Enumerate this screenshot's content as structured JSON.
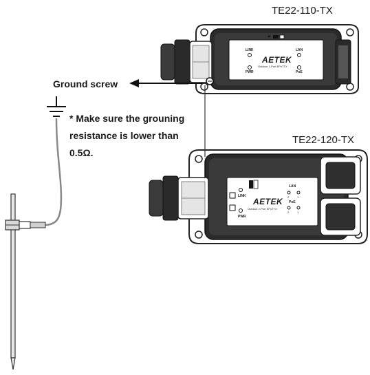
{
  "labels": {
    "model_top": "TE22-110-TX",
    "model_bottom": "TE22-120-TX",
    "ground_screw": "Ground screw",
    "note_line1": "* Make sure the grouning",
    "note_line2": "resistance is lower than",
    "note_line3": "0.5Ω."
  },
  "device_top": {
    "brand": "AETEK",
    "subtitle": "Outdoor 1-Port EPoTTX",
    "led_link": "LINK",
    "led_pwr": "PWR",
    "led_lan": "LAN",
    "led_poe": "PoE"
  },
  "device_bottom": {
    "brand": "AETEK",
    "subtitle": "Outdoor 2-Port EPoTTX",
    "led_link": "LINK",
    "led_pwr": "PWR",
    "led_lan": "LAN",
    "led_poe": "PoE",
    "port_1": "1",
    "port_2": "2"
  },
  "icons": [
    "ground-symbol-icon",
    "arrow-left-icon"
  ]
}
